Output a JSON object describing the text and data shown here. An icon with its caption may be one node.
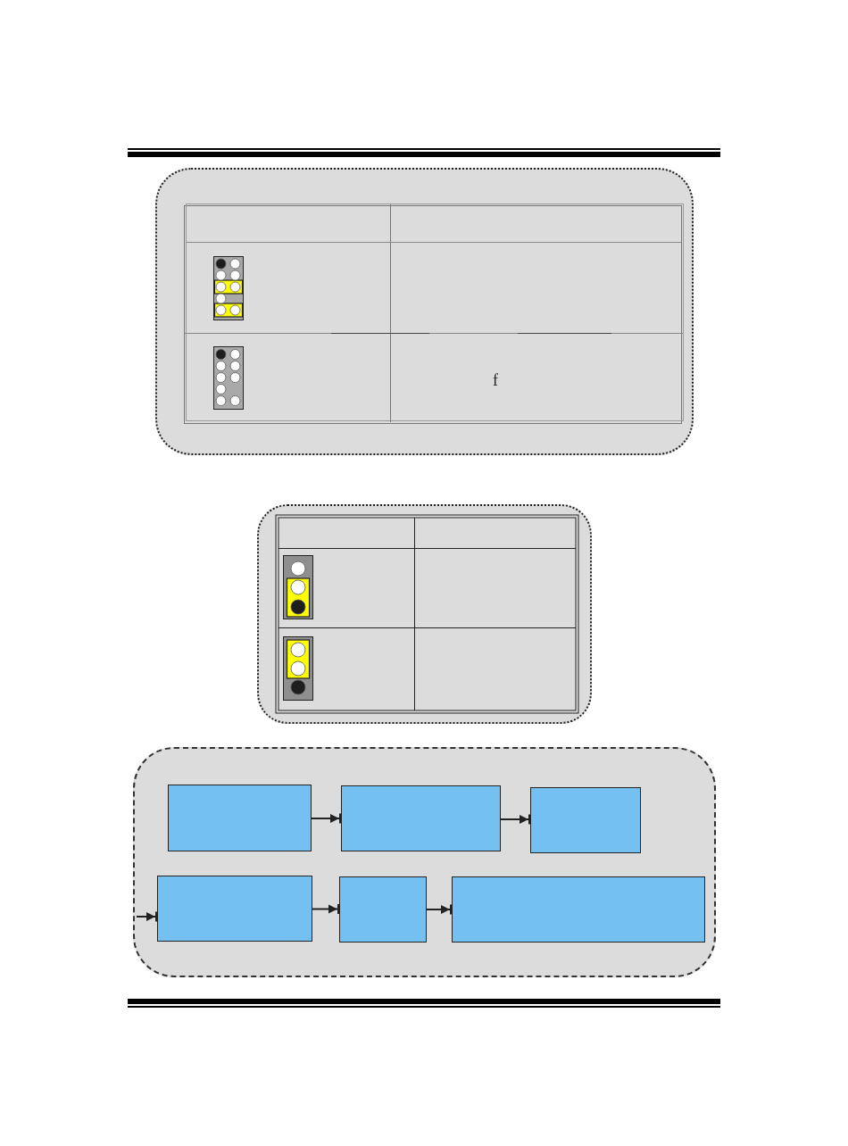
{
  "diagram": {
    "nodes": [
      {
        "text": [],
        "shape": "box"
      },
      {
        "text": [],
        "shape": "box",
        "in": 0
      },
      {
        "text": [],
        "shape": "box",
        "in": 0
      },
      {
        "text": [],
        "shape": "box",
        "in": 0
      },
      {
        "text": [],
        "shape": "box",
        "in": 0
      },
      {
        "text": [],
        "shape": "box",
        "in": 0
      },
      {
        "text": [],
        "shape": "box",
        "in": 0
      }
    ],
    "edges": [
      {
        "from": 1,
        "to": 2,
        "arrow": "to"
      },
      {
        "from": 2,
        "to": 3,
        "arrow": "to"
      },
      {
        "from": null,
        "to": 4,
        "arrow": "to"
      },
      {
        "from": 4,
        "to": 5,
        "arrow": "to"
      },
      {
        "from": 5,
        "to": 6,
        "arrow": "to"
      }
    ],
    "labels": [
      "f"
    ]
  }
}
